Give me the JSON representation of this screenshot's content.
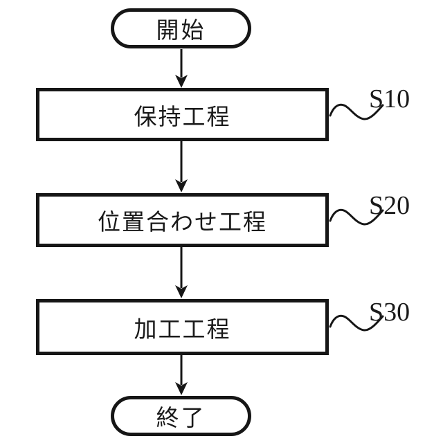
{
  "diagram": {
    "type": "flowchart",
    "orientation": "top-down",
    "start": {
      "label": "開始"
    },
    "end": {
      "label": "終了"
    },
    "steps": [
      {
        "label": "保持工程",
        "step_id": "S10"
      },
      {
        "label": "位置合わせ工程",
        "step_id": "S20"
      },
      {
        "label": "加工工程",
        "step_id": "S30"
      }
    ],
    "flow": [
      "開始",
      "保持工程",
      "位置合わせ工程",
      "加工工程",
      "終了"
    ]
  },
  "colors": {
    "line": "#161616",
    "text": "#1a1a1a",
    "background": "#ffffff"
  }
}
